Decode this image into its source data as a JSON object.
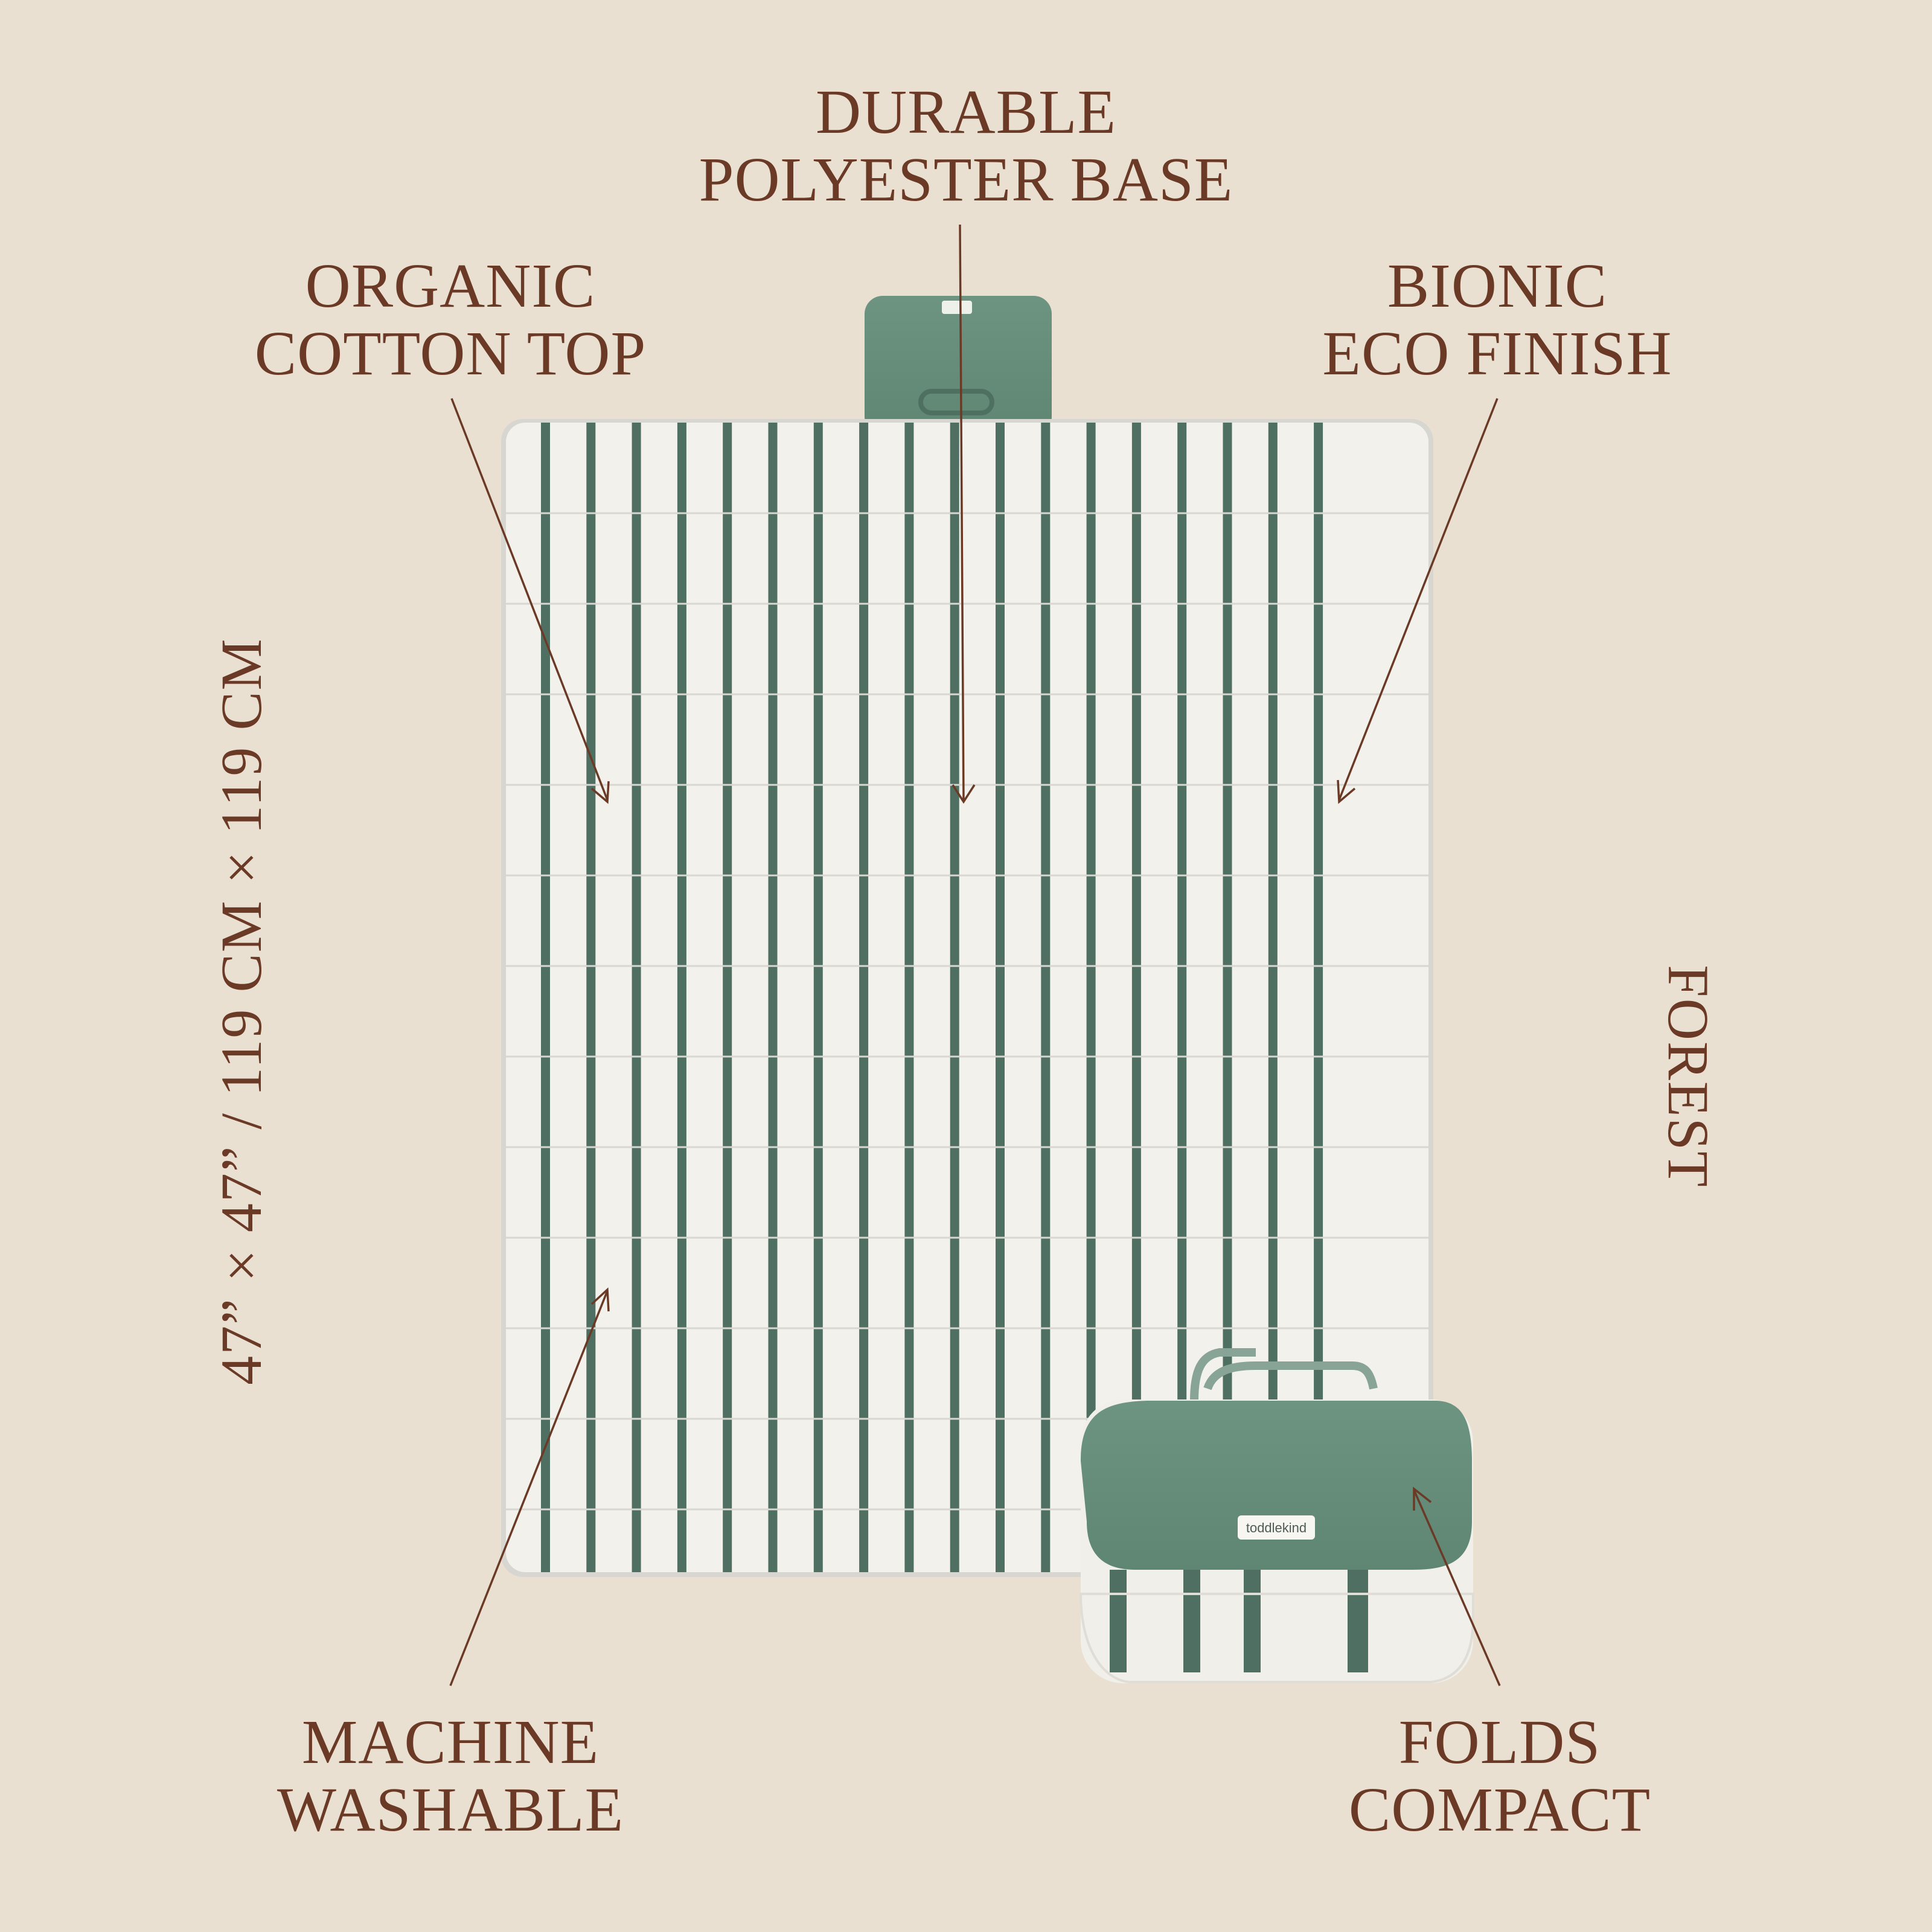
{
  "features": {
    "top": [
      "DURABLE",
      "POLYESTER BASE"
    ],
    "left": [
      "ORGANIC",
      "COTTON TOP"
    ],
    "right": [
      "BIONIC",
      "ECO FINISH"
    ],
    "bottom_left": [
      "MACHINE",
      "WASHABLE"
    ],
    "bottom_right": [
      "FOLDS",
      "COMPACT"
    ]
  },
  "dimensions": "47” × 47” / 119 CM × 119 CM",
  "color_name": "FOREST",
  "brand_tag": "toddlekind",
  "colors": {
    "background": "#eae0d1",
    "text": "#6b3a26",
    "stripe": "#4f6f62",
    "sage": "#6f9582",
    "cream": "#f3f1ec"
  }
}
